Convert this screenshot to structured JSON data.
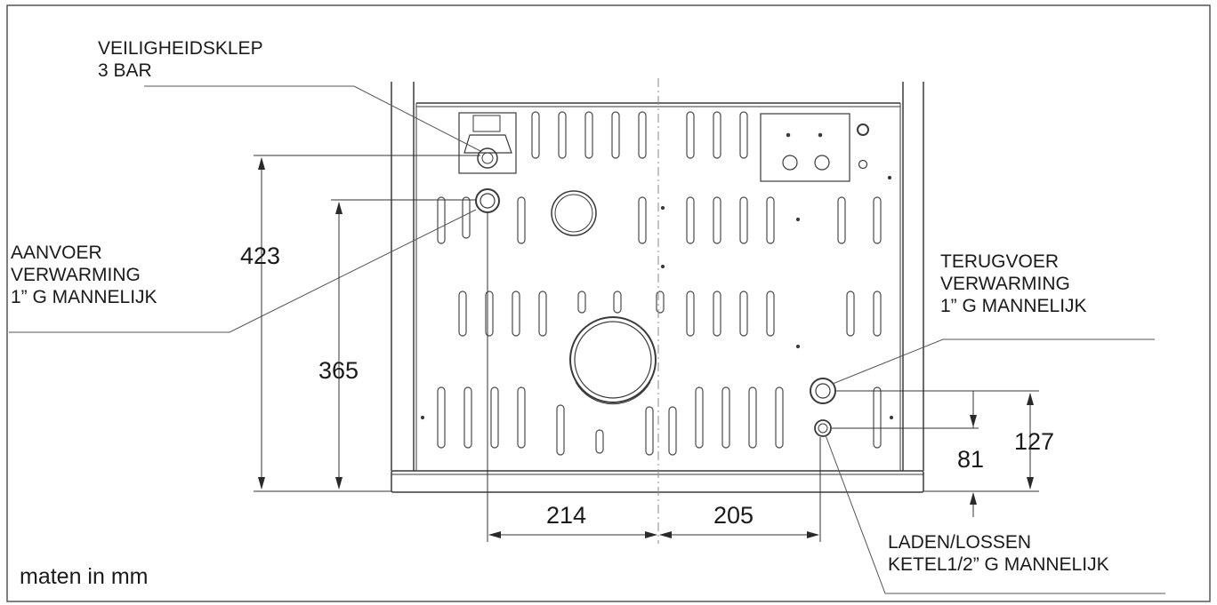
{
  "labels": {
    "safety_valve": {
      "line1": "VEILIGHEIDSKLEP",
      "line2": "3 BAR"
    },
    "supply": {
      "line1": "AANVOER",
      "line2": "VERWARMING",
      "line3": "1” G MANNELIJK"
    },
    "return": {
      "line1": "TERUGVOER",
      "line2": "VERWARMING",
      "line3": "1” G MANNELIJK"
    },
    "drain": {
      "line1": "LADEN/LOSSEN",
      "line2": "KETEL1/2” G MANNELIJK"
    }
  },
  "dimensions": {
    "supply_height": "423",
    "supply_height_inner": "365",
    "left_width": "214",
    "right_width": "205",
    "return_height": "127",
    "drain_height": "81"
  },
  "note": "maten in mm",
  "colors": {
    "line": "#3a3a3a",
    "text": "#1a1a1a",
    "background": "#ffffff"
  }
}
